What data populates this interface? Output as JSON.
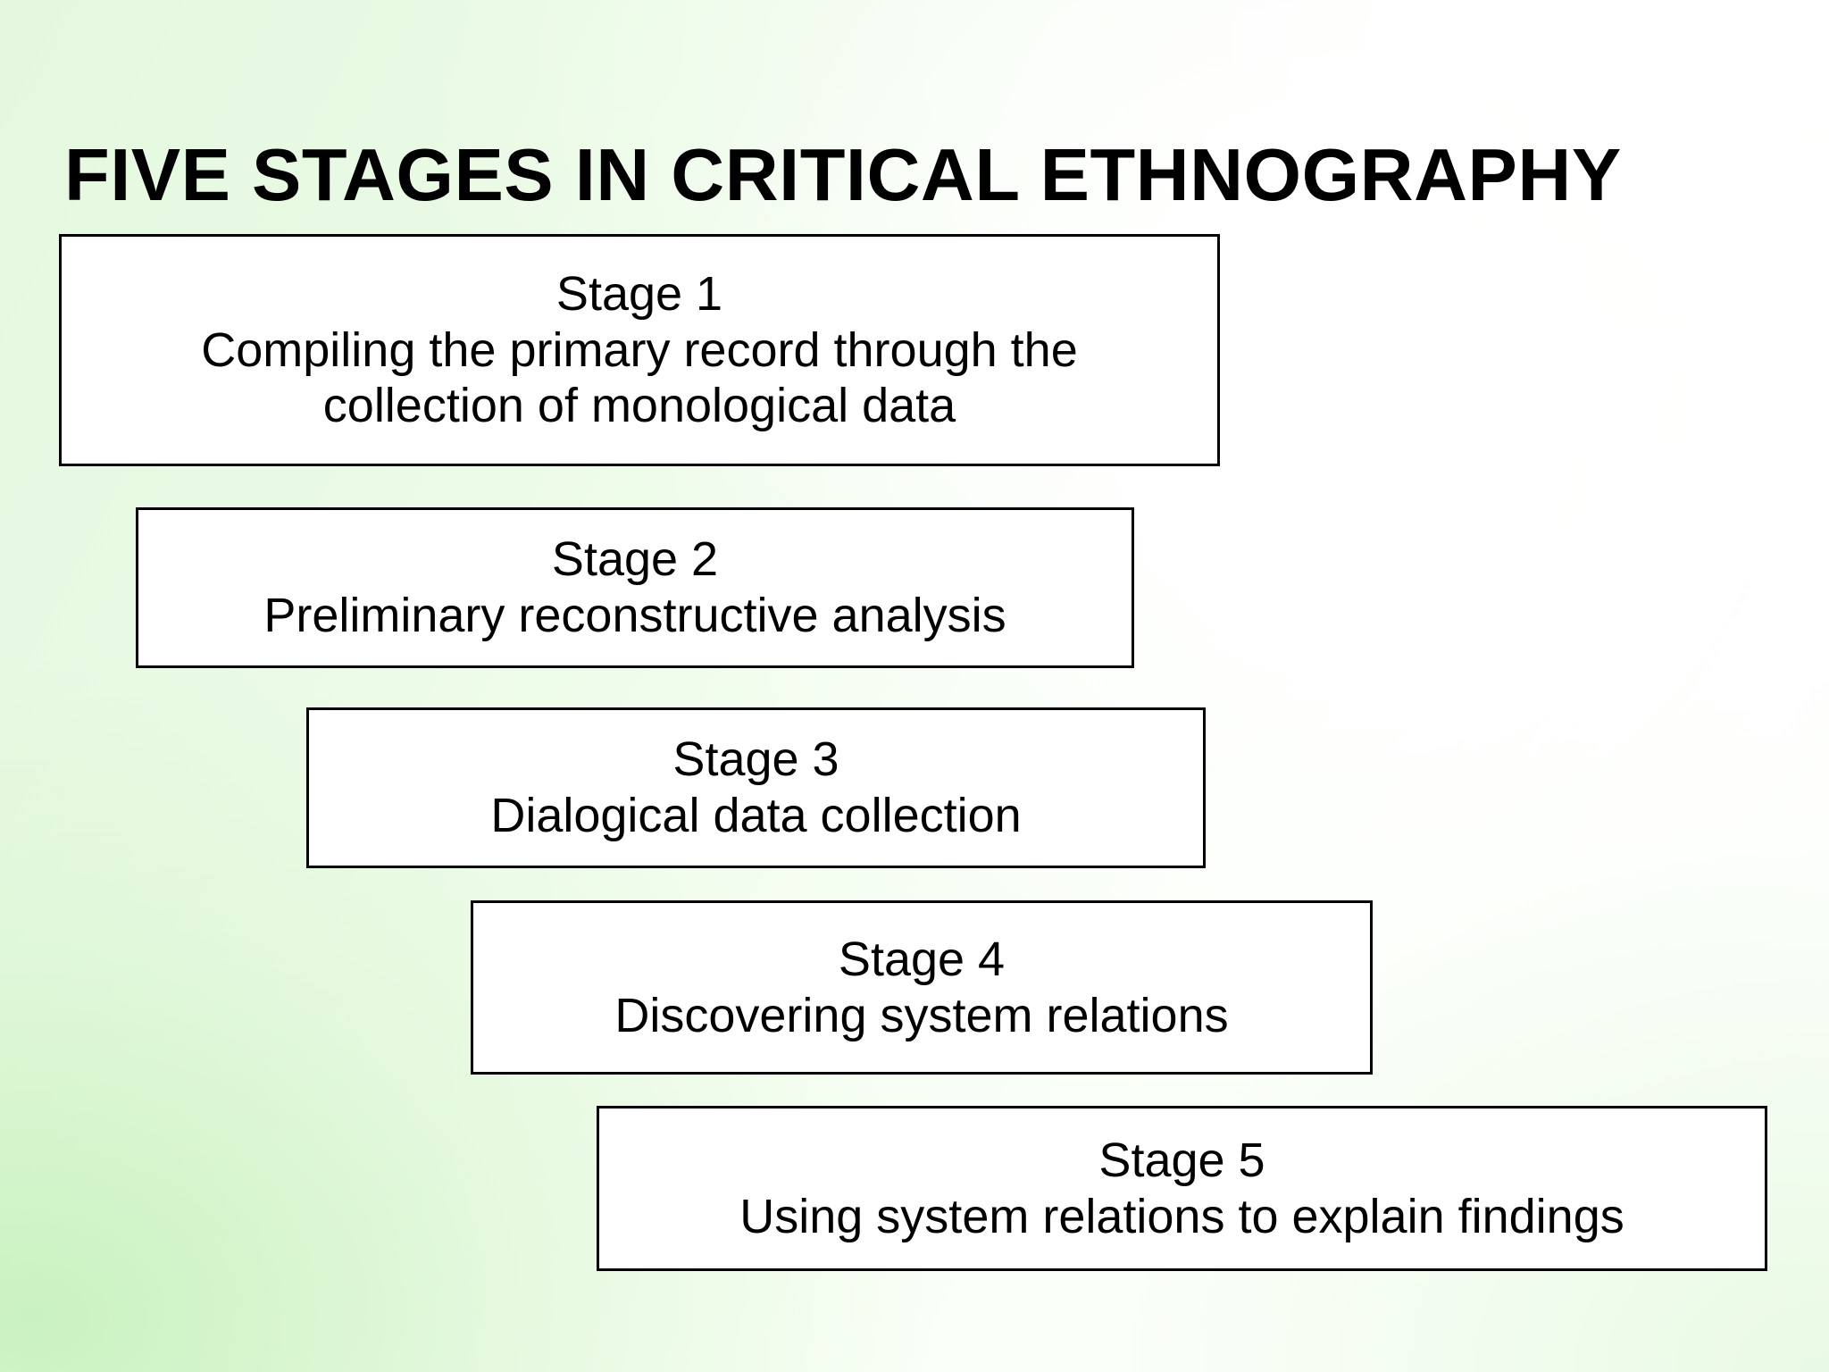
{
  "slide": {
    "title": "FIVE STAGES IN CRITICAL ETHNOGRAPHY",
    "background_color": "#eafbe7",
    "box_background_color": "#ffffff",
    "box_border_color": "#000000",
    "text_color": "#000000"
  },
  "stages": [
    {
      "heading": "Stage 1",
      "line1": "Compiling the primary record through the",
      "line2": "collection of monological data"
    },
    {
      "heading": "Stage 2",
      "line1": "Preliminary reconstructive analysis"
    },
    {
      "heading": "Stage 3",
      "line1": "Dialogical data collection"
    },
    {
      "heading": "Stage 4",
      "line1": "Discovering system relations"
    },
    {
      "heading": "Stage 5",
      "line1": "Using system relations to explain findings"
    }
  ]
}
